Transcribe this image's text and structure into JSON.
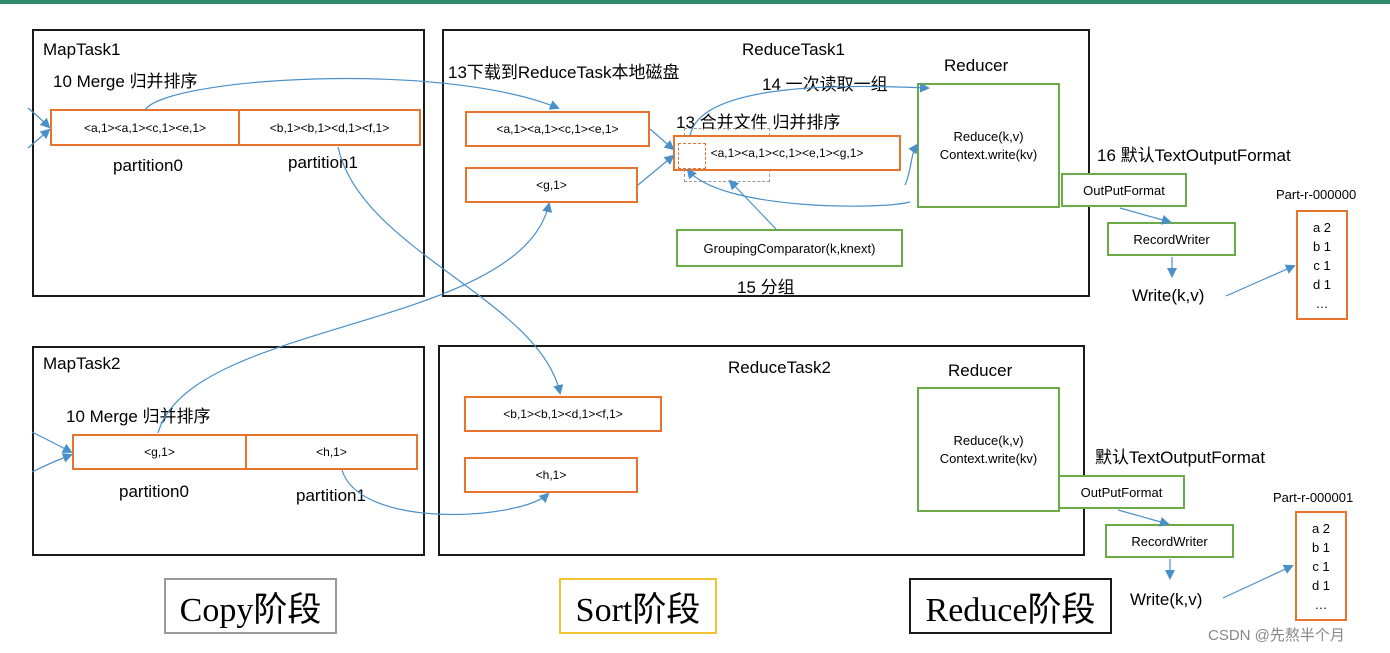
{
  "map_task1": {
    "title": "MapTask1",
    "merge_label": "10 Merge 归并排序",
    "partition0_content": "<a,1><a,1><c,1><e,1>",
    "partition1_content": "<b,1><b,1><d,1><f,1>",
    "partition0_label": "partition0",
    "partition1_label": "partition1"
  },
  "map_task2": {
    "title": "MapTask2",
    "merge_label": "10 Merge 归并排序",
    "partition0_content": "<g,1>",
    "partition1_content": "<h,1>",
    "partition0_label": "partition0",
    "partition1_label": "partition1"
  },
  "reduce_task1": {
    "title": "ReduceTask1",
    "download_label": "13下载到ReduceTask本地磁盘",
    "read_label": "14 一次读取一组",
    "merge_label": "13 合并文件 归并排序",
    "group_label": "15 分组",
    "file1": "<a,1><a,1><c,1><e,1>",
    "file2": "<g,1>",
    "merged": "<a,1><a,1><c,1><e,1><g,1>",
    "comparator": "GroupingComparator(k,knext)",
    "reducer_title": "Reducer",
    "reducer_line1": "Reduce(k,v)",
    "reducer_line2": "Context.write(kv)"
  },
  "reduce_task2": {
    "title": "ReduceTask2",
    "file1": "<b,1><b,1><d,1><f,1>",
    "file2": "<h,1>",
    "reducer_title": "Reducer",
    "reducer_line1": "Reduce(k,v)",
    "reducer_line2": "Context.write(kv)"
  },
  "output1": {
    "format_label": "16 默认TextOutputFormat",
    "output_format": "OutPutFormat",
    "record_writer": "RecordWriter",
    "write": "Write(k,v)",
    "file_name": "Part-r-000000",
    "lines": [
      "a 2",
      "b 1",
      "c 1",
      "d 1",
      "…"
    ]
  },
  "output2": {
    "format_label": "默认TextOutputFormat",
    "output_format": "OutPutFormat",
    "record_writer": "RecordWriter",
    "write": "Write(k,v)",
    "file_name": "Part-r-000001",
    "lines": [
      "a 2",
      "b 1",
      "c 1",
      "d 1",
      "…"
    ]
  },
  "stages": {
    "copy": "Copy阶段",
    "sort": "Sort阶段",
    "reduce": "Reduce阶段"
  },
  "watermark": "CSDN @先熬半个月",
  "colors": {
    "partition_border": "#e8732c",
    "reducer_border": "#6aab45",
    "arrow": "#4a90c8",
    "task_border": "#1a1a1a",
    "copy_stage_border": "#9a9a9a",
    "sort_stage_border": "#f4c430",
    "reduce_stage_border": "#1a1a1a",
    "top_rule": "#2e8b6e"
  }
}
